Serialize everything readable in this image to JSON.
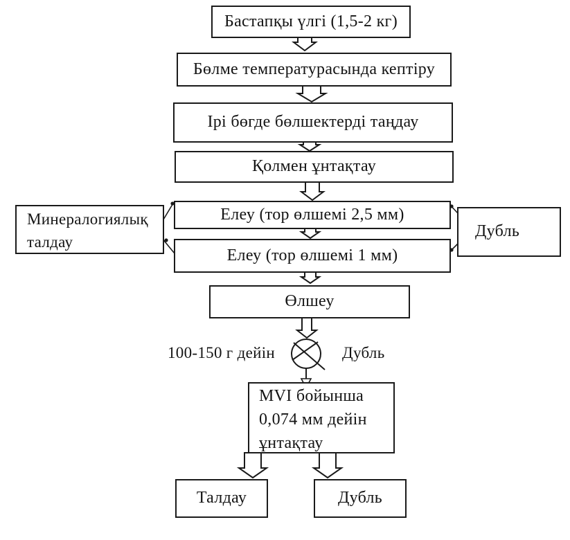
{
  "flowchart": {
    "steps": {
      "initial_sample": "Бастапқы үлгі (1,5-2 кг)",
      "room_temp_drying": "Бөлме температурасында кептіру",
      "remove_foreign_particles": "Ірі бөгде бөлшектерді таңдау",
      "manual_grinding": "Қолмен ұнтақтау",
      "sieving_2_5mm": "Елеу (тор өлшемі 2,5 мм)",
      "sieving_1mm": "Елеу (тор өлшемі 1 мм)",
      "weighing": "Өлшеу",
      "mvi_grinding_lines": [
        "MVI бойынша",
        "0,074 мм дейін",
        "ұнтақтау"
      ],
      "analysis": "Талдау",
      "duplicate_bottom": "Дубль"
    },
    "side_outputs": {
      "mineralogy_lines": [
        "Минералогиялық",
        "талдау"
      ],
      "duplicate_right": "Дубль"
    },
    "splitter": {
      "left_label": "100-150 г дейін",
      "right_label": "Дубль",
      "symbol": "crossed-circle-divider"
    },
    "colors": {
      "line": "#1a1a1a",
      "background": "#ffffff",
      "box_fill": "#ffffff",
      "text": "#141414"
    }
  }
}
